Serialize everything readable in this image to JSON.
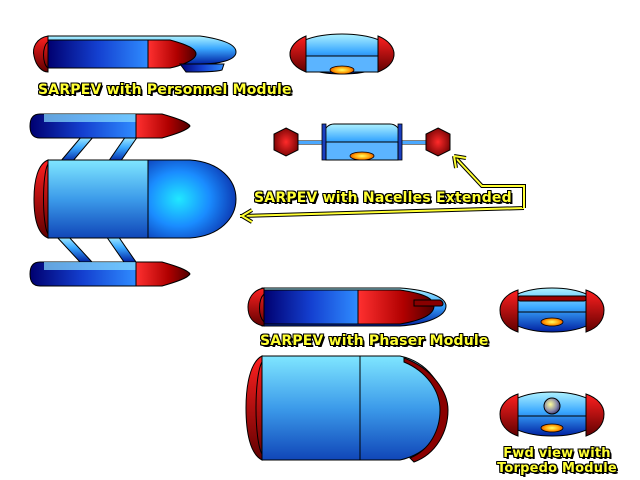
{
  "labels": {
    "personnel": "SARPEV with Personnel Module",
    "nacelles": "SARPEV with Nacelles Extended",
    "phaser": "SARPEV with Phaser Module",
    "fwd_line1": "Fwd view with",
    "fwd_line2": "Torpedo Module"
  },
  "colors": {
    "hull_light": "#8fe8ff",
    "hull_mid": "#1e90ff",
    "hull_dark": "#00007a",
    "module_red": "#cc0000",
    "module_dark_red": "#550000",
    "callout_line": "#ffff33",
    "label_text": "#ffff33",
    "label_outline": "#000000"
  }
}
